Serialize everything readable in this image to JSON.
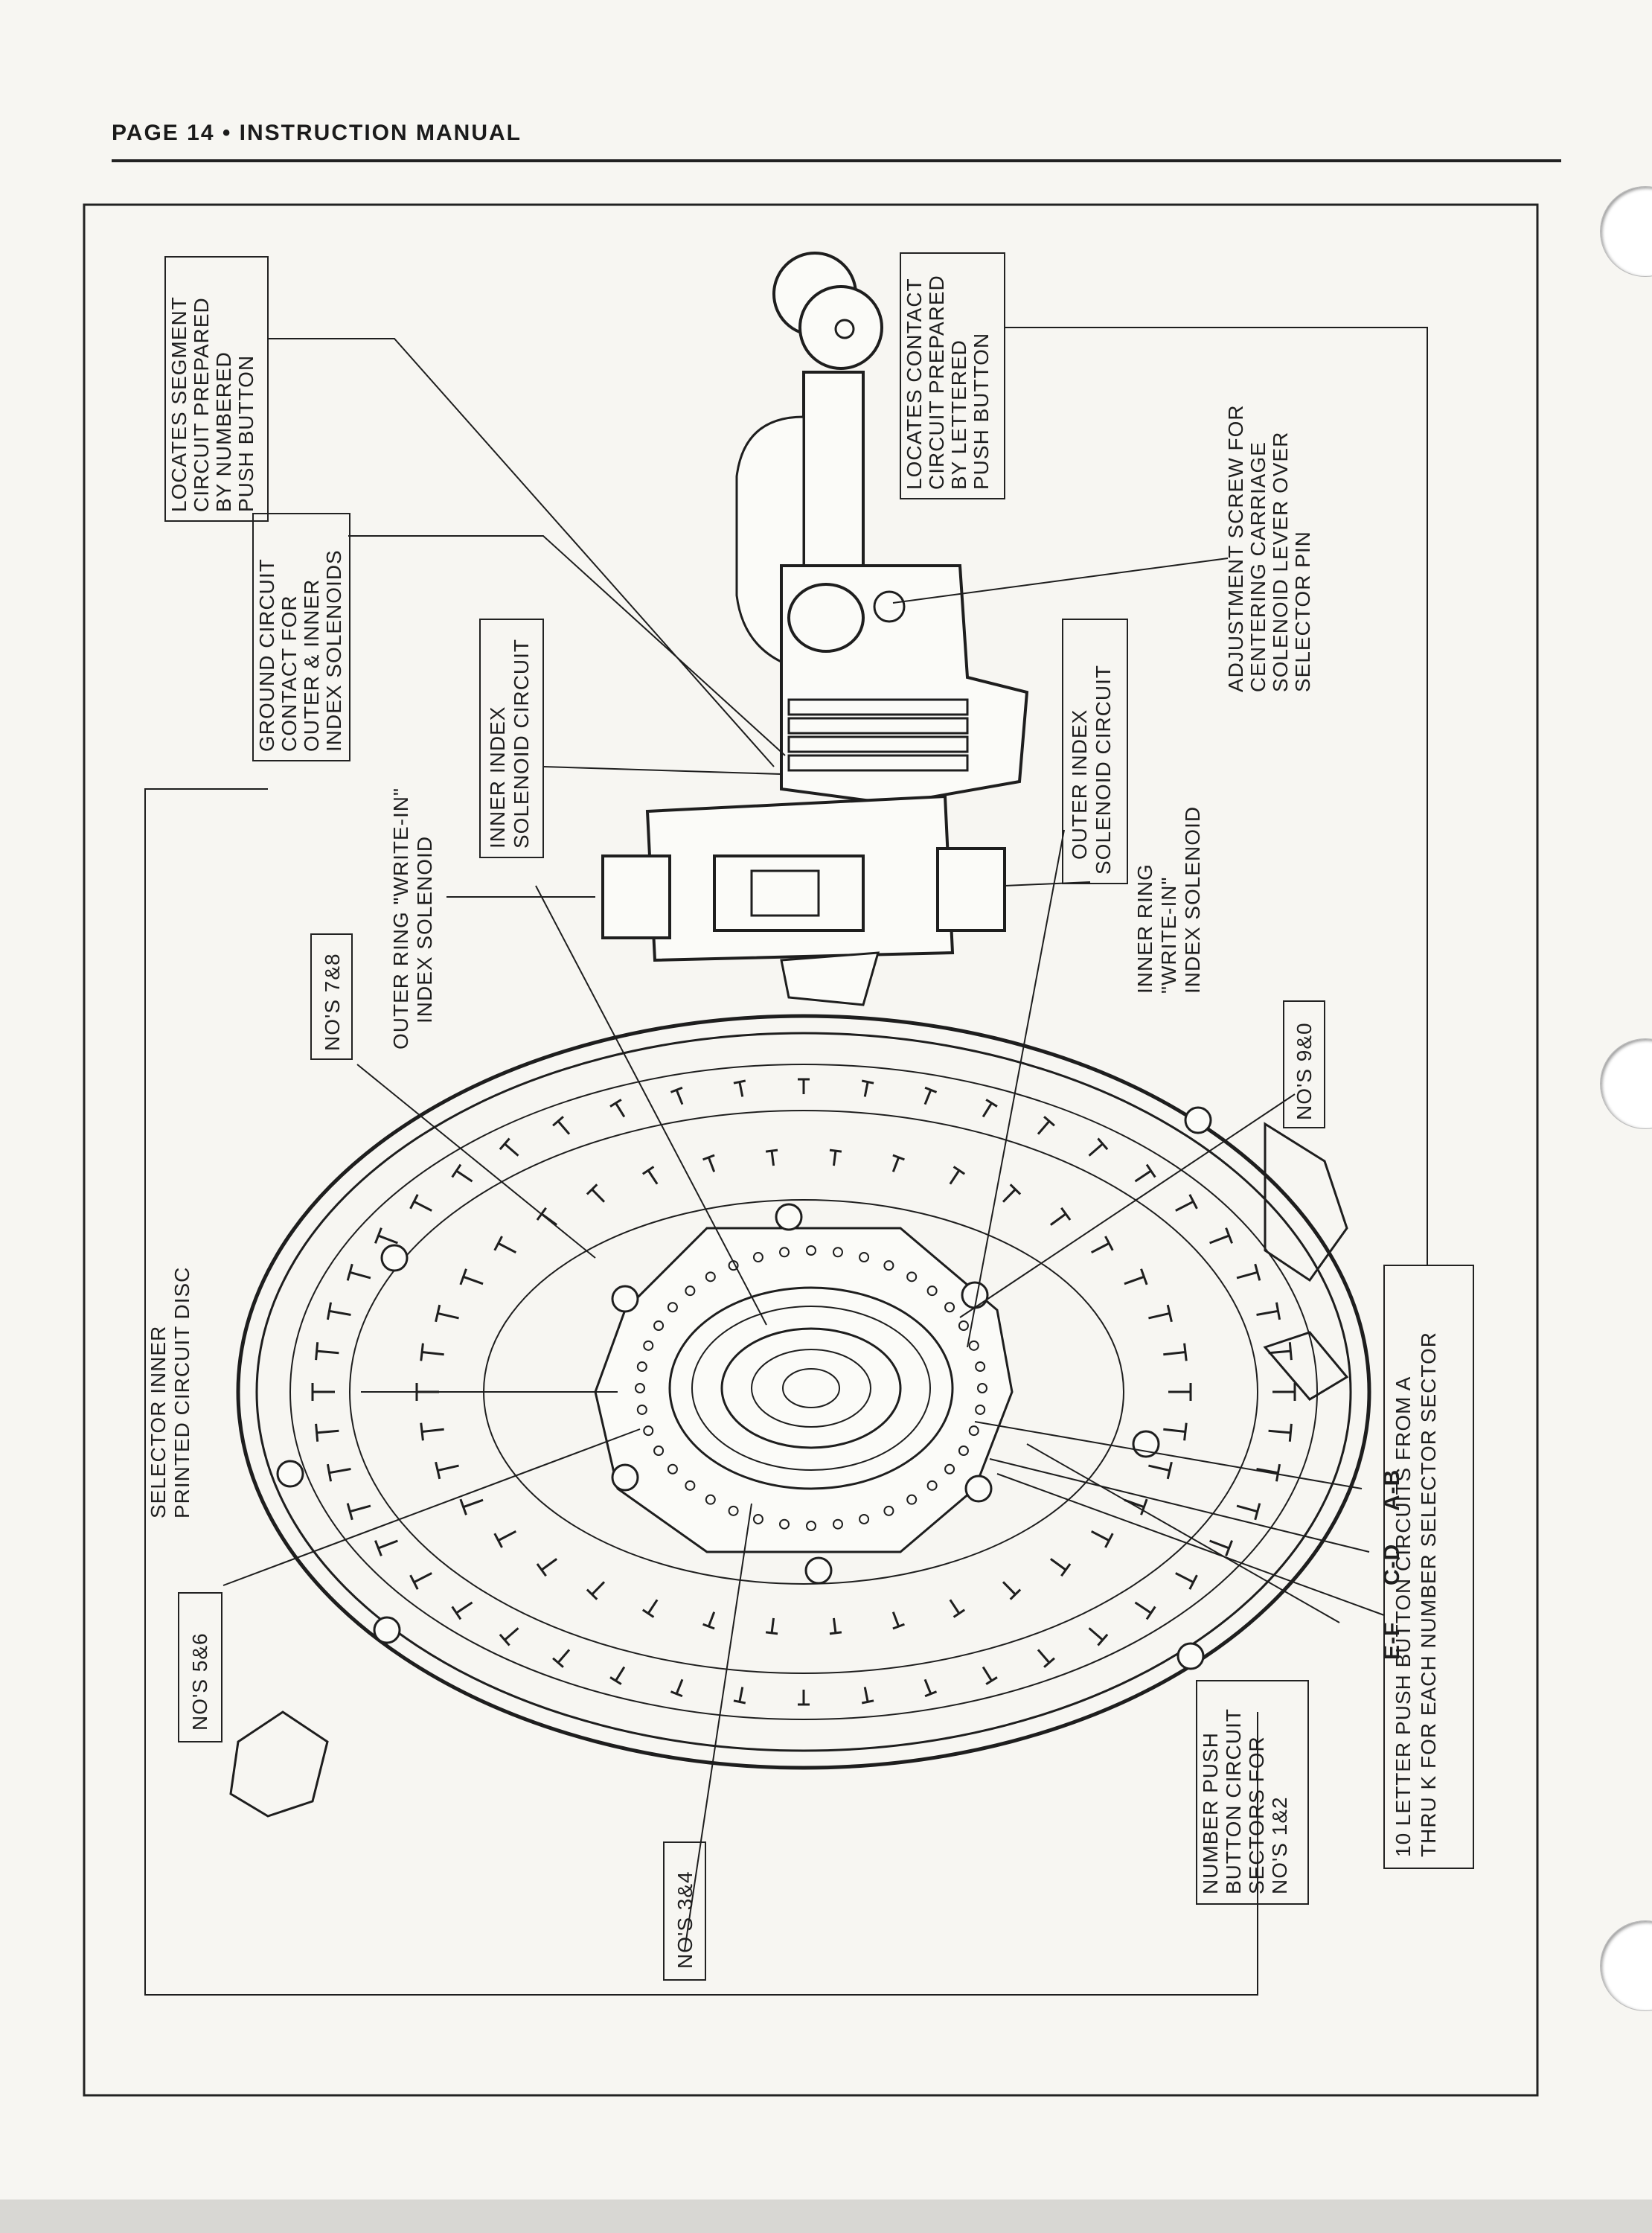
{
  "header": {
    "text": "PAGE 14 • INSTRUCTION MANUAL"
  },
  "labels": {
    "segment": [
      "LOCATES SEGMENT",
      "CIRCUIT PREPARED",
      "BY NUMBERED",
      "PUSH BUTTON"
    ],
    "ground": [
      "GROUND CIRCUIT",
      "CONTACT FOR",
      "OUTER & INNER",
      "INDEX SOLENOIDS"
    ],
    "inner_index": [
      "INNER INDEX",
      "SOLENOID CIRCUIT"
    ],
    "outer_ring": [
      "OUTER RING \"WRITE-IN\"",
      "INDEX SOLENOID"
    ],
    "contact": [
      "LOCATES CONTACT",
      "CIRCUIT PREPARED",
      "BY LETTERED",
      "PUSH BUTTON"
    ],
    "adjust": [
      "ADJUSTMENT SCREW FOR",
      "CENTERING CARRIAGE",
      "SOLENOID LEVER OVER",
      "SELECTOR PIN"
    ],
    "outer_index": [
      "OUTER INDEX",
      "SOLENOID CIRCUIT"
    ],
    "inner_ring": [
      "INNER RING",
      "\"WRITE-IN\"",
      "INDEX SOLENOID"
    ],
    "nos78": "NO'S 7&8",
    "nos90": "NO'S 9&0",
    "selector_disc": [
      "SELECTOR INNER",
      "PRINTED CIRCUIT DISC"
    ],
    "nos56": "NO'S 5&6",
    "nos34": "NO'S 3&4",
    "number_push": [
      "NUMBER PUSH",
      "BUTTON CIRCUIT",
      "SECTORS FOR",
      "NO'S 1&2"
    ],
    "ten_letter": [
      "10 LETTER PUSH BUTTON CIRCUITS FROM A",
      "THRU K FOR EACH NUMBER SELECTOR SECTOR"
    ],
    "ab": "A-B",
    "cd": "C-D",
    "ef": "E-F"
  }
}
